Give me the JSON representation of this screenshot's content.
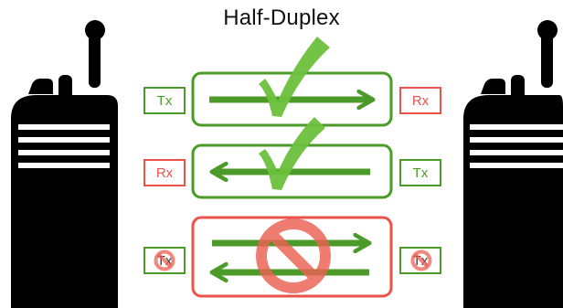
{
  "title": "Half-Duplex",
  "colors": {
    "green": "#4c9a2a",
    "check_green": "#6cc13c",
    "red": "#ea5349",
    "prohibited_red": "#ec6052",
    "radio_black": "#000000"
  },
  "rows": [
    {
      "left_label": "Tx",
      "left_color": "#4c9a2a",
      "right_label": "Rx",
      "right_color": "#ea5349",
      "direction": "left-to-right",
      "status": "allowed",
      "status_icon": "check-icon"
    },
    {
      "left_label": "Rx",
      "left_color": "#ea5349",
      "right_label": "Tx",
      "right_color": "#4c9a2a",
      "direction": "right-to-left",
      "status": "allowed",
      "status_icon": "check-icon"
    },
    {
      "left_label": "Tx",
      "left_color": "#4c9a2a",
      "right_label": "Tx",
      "right_color": "#4c9a2a",
      "direction": "both-directions",
      "status": "prohibited",
      "status_icon": "prohibited-icon"
    }
  ],
  "icons": [
    "walkie-talkie-icon",
    "check-icon",
    "prohibited-icon",
    "arrow-right-icon",
    "arrow-left-icon"
  ]
}
